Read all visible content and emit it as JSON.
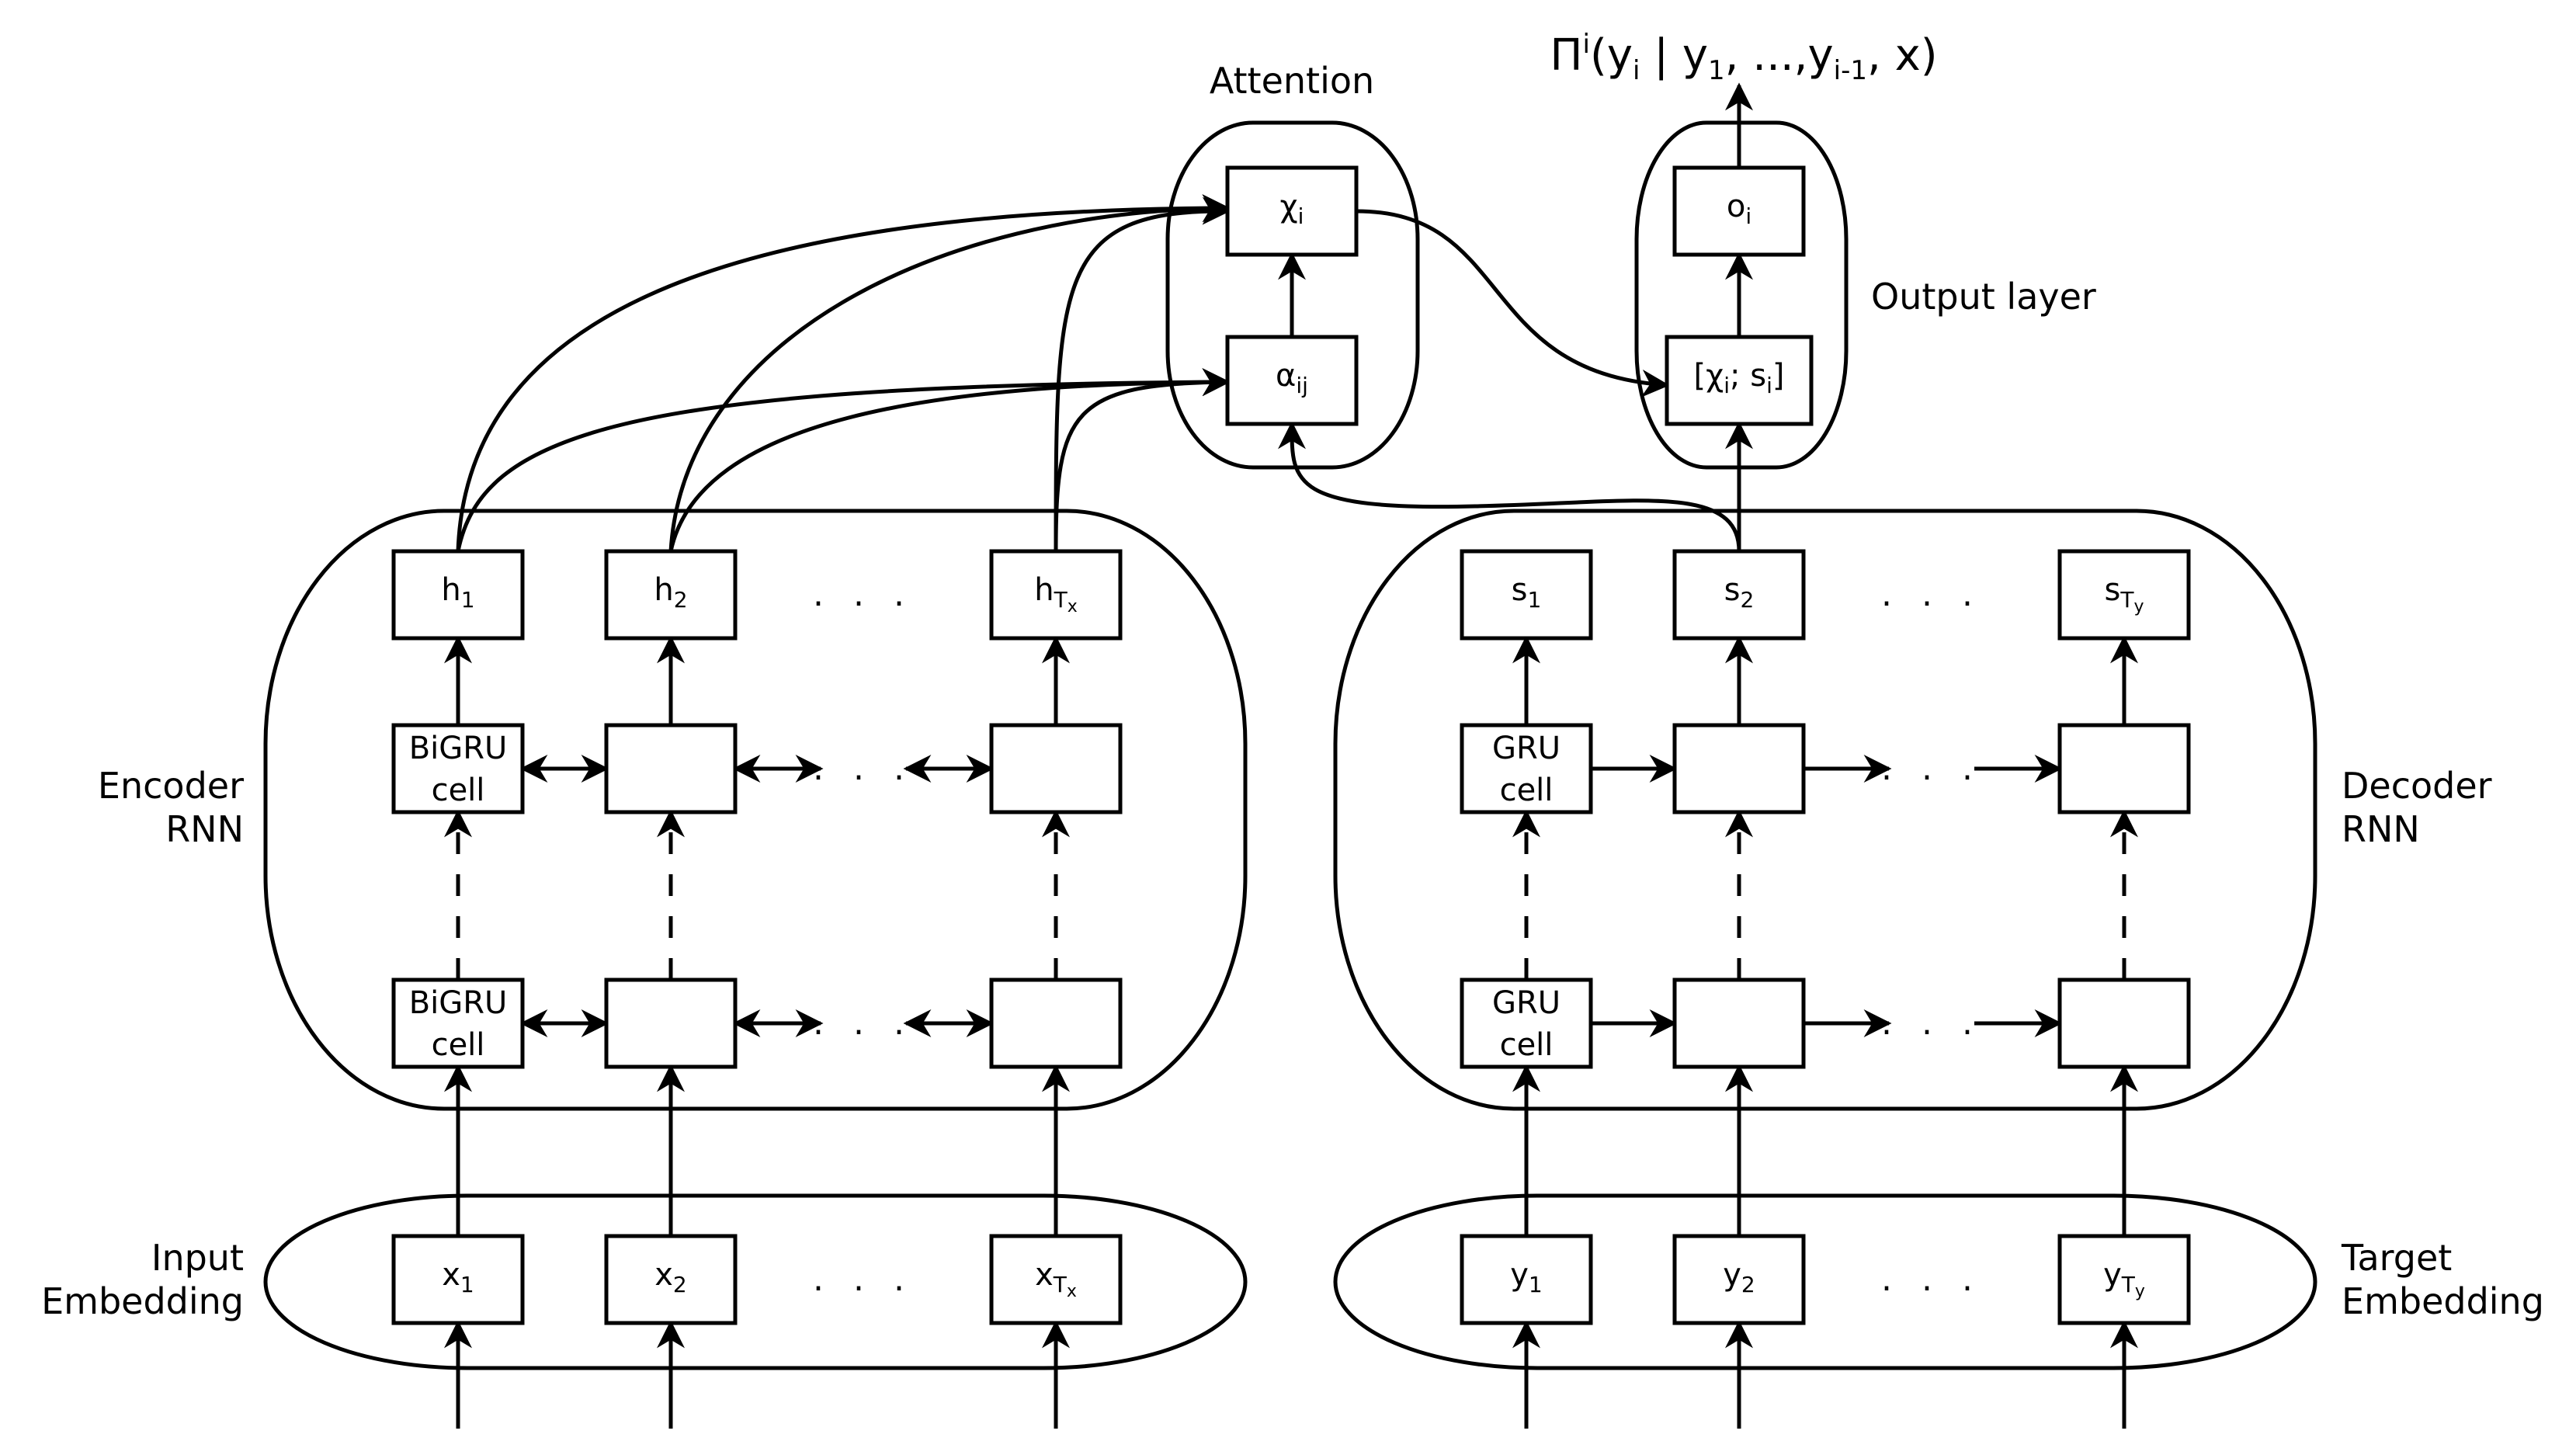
{
  "labels": {
    "attention": "Attention",
    "output_layer": "Output layer",
    "encoder_rnn": [
      "Encoder",
      "RNN"
    ],
    "decoder_rnn": [
      "Decoder",
      "RNN"
    ],
    "input_embedding": [
      "Input",
      "Embedding"
    ],
    "target_embedding": [
      "Target",
      "Embedding"
    ],
    "output_probability": {
      "pi": "Π",
      "sup": "i",
      "open": "(y",
      "i": "i",
      "bar": " | y",
      "one": "1",
      "mid": ", ...,y",
      "im1": "i-1",
      "end": ", x)"
    }
  },
  "encoder": {
    "hidden": [
      {
        "base": "h",
        "sub": "1"
      },
      {
        "base": "h",
        "sub": "2"
      },
      {
        "base": "h",
        "sub": "T",
        "subsub": "x"
      }
    ],
    "cell": [
      "BiGRU",
      "cell"
    ],
    "inputs": [
      {
        "base": "x",
        "sub": "1"
      },
      {
        "base": "x",
        "sub": "2"
      },
      {
        "base": "x",
        "sub": "T",
        "subsub": "x"
      }
    ]
  },
  "decoder": {
    "hidden": [
      {
        "base": "s",
        "sub": "1"
      },
      {
        "base": "s",
        "sub": "2"
      },
      {
        "base": "s",
        "sub": "T",
        "subsub": "y"
      }
    ],
    "cell": [
      "GRU",
      "cell"
    ],
    "inputs": [
      {
        "base": "y",
        "sub": "1"
      },
      {
        "base": "y",
        "sub": "2"
      },
      {
        "base": "y",
        "sub": "T",
        "subsub": "y"
      }
    ]
  },
  "attention": {
    "context": {
      "base": "χ",
      "sub": "i"
    },
    "weights": {
      "base": "α",
      "sub": "ij"
    }
  },
  "output": {
    "concat": {
      "open": "[χ",
      "i1": "i",
      "mid": "; s",
      "i2": "i",
      "close": "]"
    },
    "o": {
      "base": "o",
      "sub": "i"
    }
  },
  "ellipsis": ". . ."
}
